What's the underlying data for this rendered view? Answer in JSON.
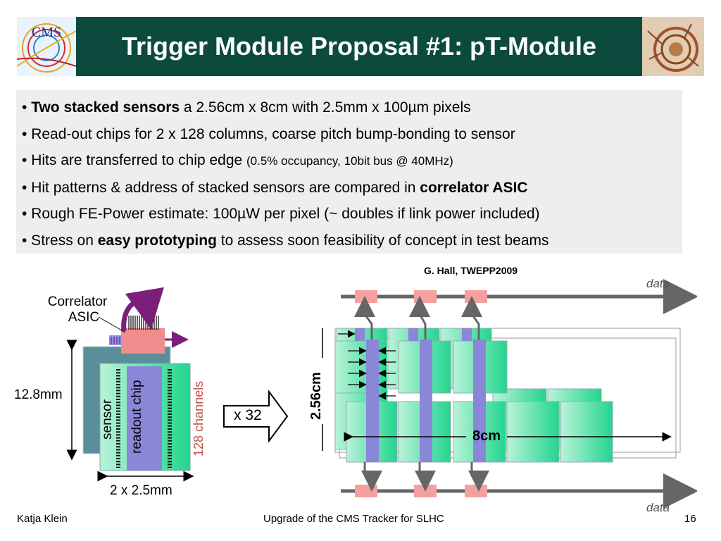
{
  "slide": {
    "title": "Trigger Module Proposal #1: pT-Module",
    "logo_text": "CMS"
  },
  "bullets": [
    {
      "prefix": "• ",
      "bold": "Two stacked sensors",
      "text": " a 2.56cm x 8cm with 2.5mm x 100µm pixels",
      "small": "",
      "bold_end": ""
    },
    {
      "prefix": "• ",
      "bold": "",
      "text": "Read-out chips for 2 x 128 columns, coarse pitch bump-bonding to sensor",
      "small": "",
      "bold_end": ""
    },
    {
      "prefix": "• ",
      "bold": "",
      "text": "Hits are transferred to chip edge ",
      "small": "(0.5% occupancy, 10bit bus @ 40MHz)",
      "bold_end": ""
    },
    {
      "prefix": "• ",
      "bold": "",
      "text": "Hit patterns & address of stacked sensors are compared in ",
      "small": "",
      "bold_end": "correlator ASIC"
    },
    {
      "prefix": "• ",
      "bold": "",
      "text": "Rough FE-Power estimate: 100µW per pixel (~ doubles if link power included)",
      "small": "",
      "bold_end": ""
    },
    {
      "prefix": "• Stress on ",
      "bold": "easy prototyping",
      "text": " to assess soon feasibility of concept in test beams",
      "small": "",
      "bold_end": ""
    }
  ],
  "left_diagram": {
    "correlator_line1": "Correlator",
    "correlator_line2": "ASIC",
    "height_label": "12.8mm",
    "sensor_label": "sensor",
    "chip_label": "readout chip",
    "channels_label": "128 channels",
    "width_label": "2 x 2.5mm"
  },
  "multiplier": {
    "label": "x 32"
  },
  "right_diagram": {
    "credit": "G. Hall, TWEPP2009",
    "data_top": "data",
    "data_bottom": "data",
    "height_label": "2.56cm",
    "length_label": "8cm"
  },
  "footer": {
    "author": "Katja Klein",
    "center": "Upgrade of the CMS Tracker for SLHC",
    "page": "16"
  },
  "colors": {
    "header_bg": "#0b4a3d",
    "bullet_bg": "#eeeeee",
    "sensor_green": "#33dd99",
    "chip_purple": "#8a86d8",
    "asic_pink": "#f08c8c",
    "channels_red": "#c0504d",
    "arrow_purple": "#7a1f7a"
  }
}
